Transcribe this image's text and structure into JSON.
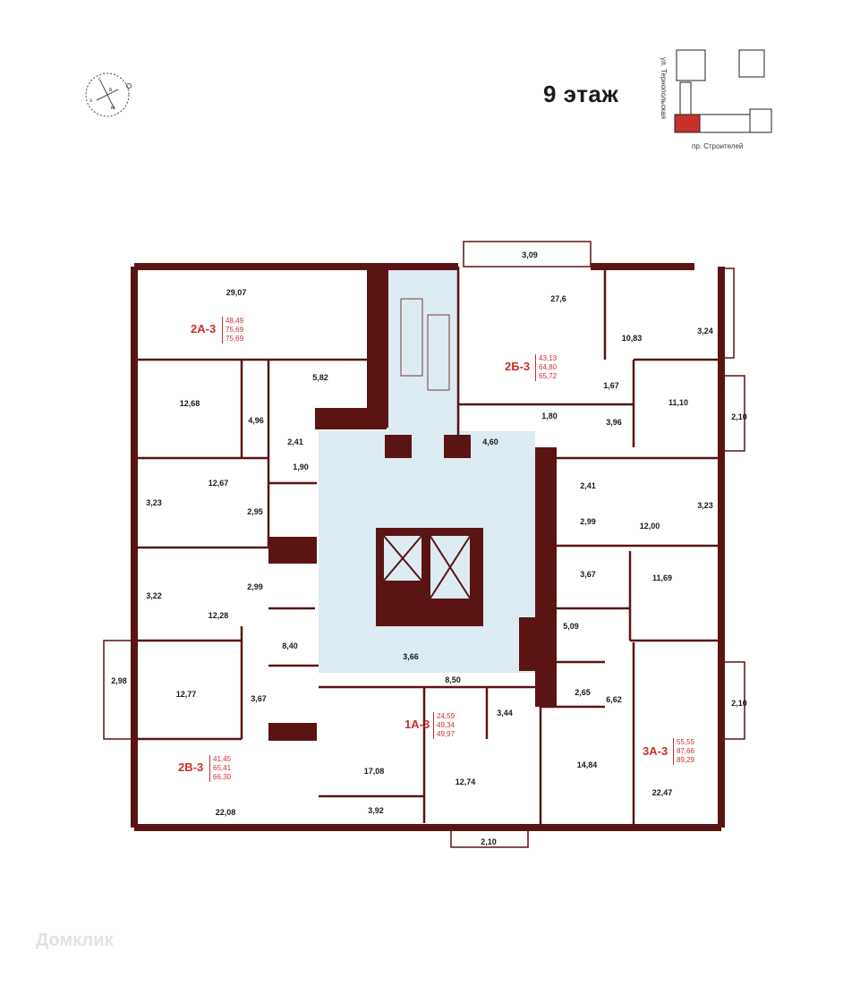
{
  "floor_title": "9 этаж",
  "location_map": {
    "street_vertical": "ул. Тернопольская",
    "street_horizontal": "пр. Строителей",
    "highlight_color": "#c8302c"
  },
  "compass": {
    "n": "с",
    "e": "в",
    "s": "ю",
    "w": "з"
  },
  "colors": {
    "wall": "#5a1414",
    "common_area": "#dcecf2",
    "accent": "#c8302c"
  },
  "apartments": [
    {
      "name": "2А-3",
      "areas": [
        "48,49",
        "75,69",
        "75,69"
      ]
    },
    {
      "name": "2Б-3",
      "areas": [
        "43,13",
        "64,80",
        "65,72"
      ]
    },
    {
      "name": "1А-3",
      "areas": [
        "24,59",
        "49,34",
        "49,97"
      ]
    },
    {
      "name": "2В-3",
      "areas": [
        "41,45",
        "65,41",
        "66,30"
      ]
    },
    {
      "name": "3А-3",
      "areas": [
        "55,55",
        "87,66",
        "89,29"
      ]
    }
  ],
  "room_areas": [
    "29,07",
    "12,68",
    "5,82",
    "4,96",
    "2,41",
    "1,90",
    "12,67",
    "3,23",
    "2,95",
    "3,22",
    "12,28",
    "2,99",
    "8,40",
    "2,98",
    "12,77",
    "3,67",
    "22,08",
    "3,09",
    "27,6",
    "10,83",
    "3,24",
    "1,67",
    "11,10",
    "1,80",
    "3,96",
    "4,60",
    "2,10",
    "2,41",
    "3,23",
    "2,99",
    "12,00",
    "3,67",
    "11,69",
    "5,09",
    "3,66",
    "8,50",
    "3,44",
    "17,08",
    "12,74",
    "3,92",
    "2,10",
    "2,65",
    "6,62",
    "2,10",
    "14,84",
    "22,47"
  ],
  "watermark": "Домклик"
}
